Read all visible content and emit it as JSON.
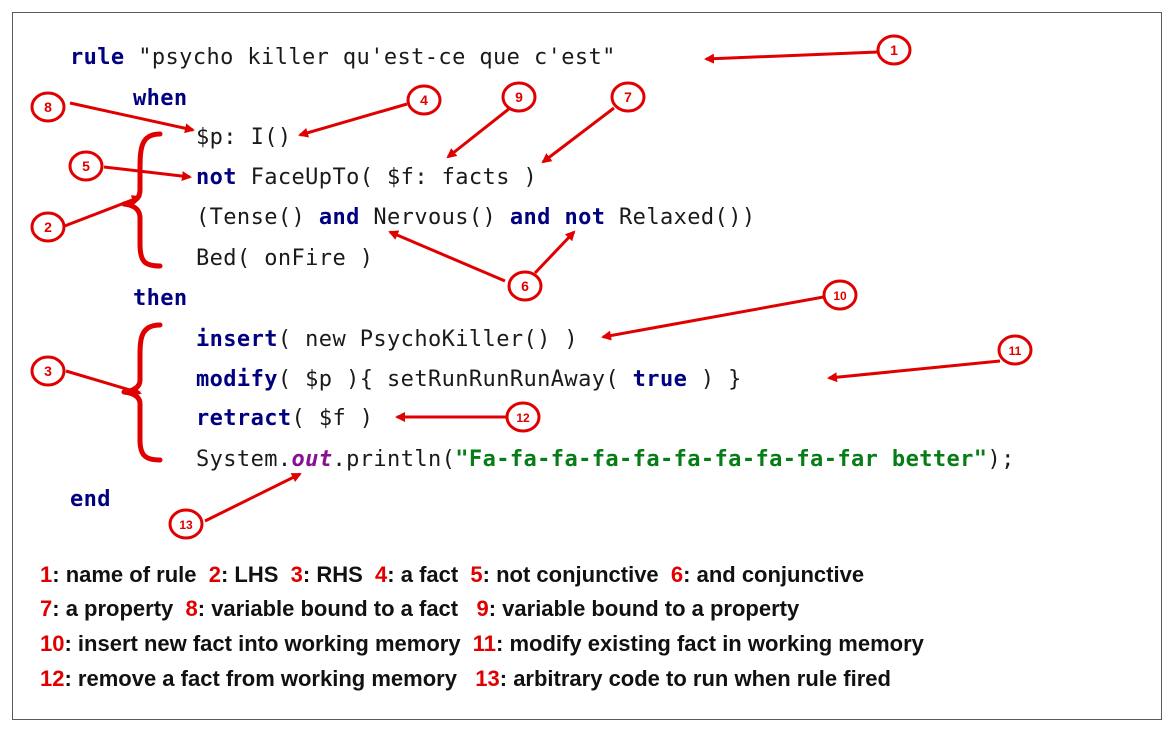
{
  "code": {
    "line1": {
      "kw": "rule",
      "str": " \"psycho killer qu'est-ce que c'est\""
    },
    "when_kw": "when",
    "line3": "$p: I()",
    "line4": {
      "kw": "not",
      "rest": " FaceUpTo( $f: facts )"
    },
    "line5": {
      "a": "(Tense() ",
      "and1": "and",
      "b": " Nervous() ",
      "and2": "and",
      "sp": " ",
      "not": "not",
      "c": " Relaxed())"
    },
    "line6": "Bed( onFire )",
    "then_kw": "then",
    "line8": {
      "kw": "insert",
      "rest": "( new PsychoKiller() )"
    },
    "line9": {
      "kw": "modify",
      "a": "( $p ){ setRunRunRunAway( ",
      "true": "true",
      "b": " ) }"
    },
    "line10": {
      "kw": "retract",
      "rest": "( $f )"
    },
    "line11": {
      "a": "System.",
      "out": "out",
      "b": ".println(",
      "str": "\"Fa-fa-fa-fa-fa-fa-fa-fa-fa-far better\"",
      "c": ");"
    },
    "end_kw": "end"
  },
  "callouts": [
    "1",
    "2",
    "3",
    "4",
    "5",
    "6",
    "7",
    "8",
    "9",
    "10",
    "11",
    "12",
    "13"
  ],
  "legend": [
    [
      {
        "n": "1",
        "t": ": name of rule  "
      },
      {
        "n": "2",
        "t": ": LHS  "
      },
      {
        "n": "3",
        "t": ": RHS  "
      },
      {
        "n": "4",
        "t": ": a fact  "
      },
      {
        "n": "5",
        "t": ": not conjunctive  "
      },
      {
        "n": "6",
        "t": ": and conjunctive"
      }
    ],
    [
      {
        "n": "7",
        "t": ": a property  "
      },
      {
        "n": "8",
        "t": ": variable bound to a fact   "
      },
      {
        "n": "9",
        "t": ": variable bound to a property"
      }
    ],
    [
      {
        "n": "10",
        "t": ": insert new fact into working memory  "
      },
      {
        "n": "11",
        "t": ": modify existing fact in working memory"
      }
    ],
    [
      {
        "n": "12",
        "t": ": remove a fact from working memory   "
      },
      {
        "n": "13",
        "t": ": arbitrary code to run when rule fired"
      }
    ]
  ],
  "colors": {
    "annotation": "#e00000",
    "keyword": "#000080",
    "string": "#067d17",
    "field": "#871094"
  }
}
